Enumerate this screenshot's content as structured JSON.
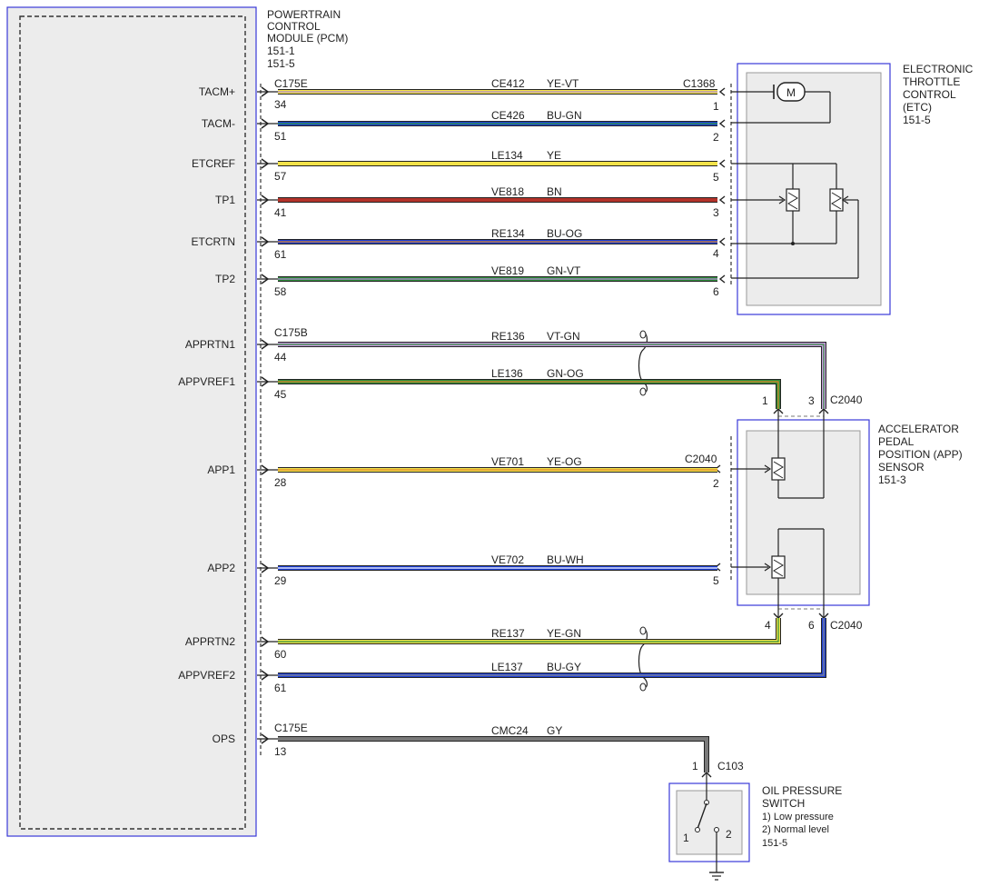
{
  "pcm": {
    "title_lines": [
      "POWERTRAIN",
      "CONTROL",
      "MODULE (PCM)",
      "151-1",
      "151-5"
    ]
  },
  "etc": {
    "title_lines": [
      "ELECTRONIC",
      "THROTTLE",
      "CONTROL",
      "(ETC)",
      "151-5"
    ],
    "connector": "C1368",
    "motor_symbol": "M"
  },
  "app": {
    "title_lines": [
      "ACCELERATOR",
      "PEDAL",
      "POSITION (APP)",
      "SENSOR",
      "151-3"
    ],
    "connector_top": "C2040",
    "connector_mid": "C2040",
    "connector_bottom": "C2040"
  },
  "ops": {
    "title_lines": [
      "OIL PRESSURE",
      "SWITCH",
      "1) Low pressure",
      "2) Normal level",
      "151-5"
    ],
    "connector": "C103",
    "pin_in": "1",
    "contact1": "1",
    "contact2": "2"
  },
  "pcm_connectors": {
    "c175e_top": "C175E",
    "c175b": "C175B",
    "c175e_bottom": "C175E"
  },
  "wires": [
    {
      "signal": "TACM+",
      "pcm_pin": "34",
      "circuit": "CE412",
      "color_code": "YE-VT",
      "end_pin": "1",
      "primary": "#f2e24a",
      "stripe": "#b388d6"
    },
    {
      "signal": "TACM-",
      "pcm_pin": "51",
      "circuit": "CE426",
      "color_code": "BU-GN",
      "end_pin": "2",
      "primary": "#1d3fd6",
      "stripe": "#2f9e3a"
    },
    {
      "signal": "ETCREF",
      "pcm_pin": "57",
      "circuit": "LE134",
      "color_code": "YE",
      "end_pin": "5",
      "primary": "#f2e24a",
      "stripe": ""
    },
    {
      "signal": "TP1",
      "pcm_pin": "41",
      "circuit": "VE818",
      "color_code": "BN",
      "end_pin": "3",
      "primary": "#b3332a",
      "stripe": ""
    },
    {
      "signal": "ETCRTN",
      "pcm_pin": "61",
      "circuit": "RE134",
      "color_code": "BU-OG",
      "end_pin": "4",
      "primary": "#1d3fd6",
      "stripe": "#e0862a"
    },
    {
      "signal": "TP2",
      "pcm_pin": "58",
      "circuit": "VE819",
      "color_code": "GN-VT",
      "end_pin": "6",
      "primary": "#2f8f3a",
      "stripe": "#b388d6"
    },
    {
      "signal": "APPRTN1",
      "pcm_pin": "44",
      "circuit": "RE136",
      "color_code": "VT-GN",
      "end_pin": "3",
      "primary": "#c99ae0",
      "stripe": "#2f8f3a"
    },
    {
      "signal": "APPVREF1",
      "pcm_pin": "45",
      "circuit": "LE136",
      "color_code": "GN-OG",
      "end_pin": "1",
      "primary": "#2f8f3a",
      "stripe": "#e0862a"
    },
    {
      "signal": "APP1",
      "pcm_pin": "28",
      "circuit": "VE701",
      "color_code": "YE-OG",
      "end_pin": "2",
      "primary": "#f2e24a",
      "stripe": "#e0862a"
    },
    {
      "signal": "APP2",
      "pcm_pin": "29",
      "circuit": "VE702",
      "color_code": "BU-WH",
      "end_pin": "5",
      "primary": "#1d3fd6",
      "stripe": "#ffffff"
    },
    {
      "signal": "APPRTN2",
      "pcm_pin": "60",
      "circuit": "RE137",
      "color_code": "YE-GN",
      "end_pin": "4",
      "primary": "#f2e24a",
      "stripe": "#2f8f3a"
    },
    {
      "signal": "APPVREF2",
      "pcm_pin": "61",
      "circuit": "LE137",
      "color_code": "BU-GY",
      "end_pin": "6",
      "primary": "#1d3fd6",
      "stripe": "#8a8a8a"
    },
    {
      "signal": "OPS",
      "pcm_pin": "13",
      "circuit": "CMC24",
      "color_code": "GY",
      "end_pin": "1",
      "primary": "#7a7a7a",
      "stripe": ""
    }
  ],
  "colors": {
    "module_border": "#3a3ad8",
    "module_fill": "#ececec",
    "line": "#222222"
  }
}
